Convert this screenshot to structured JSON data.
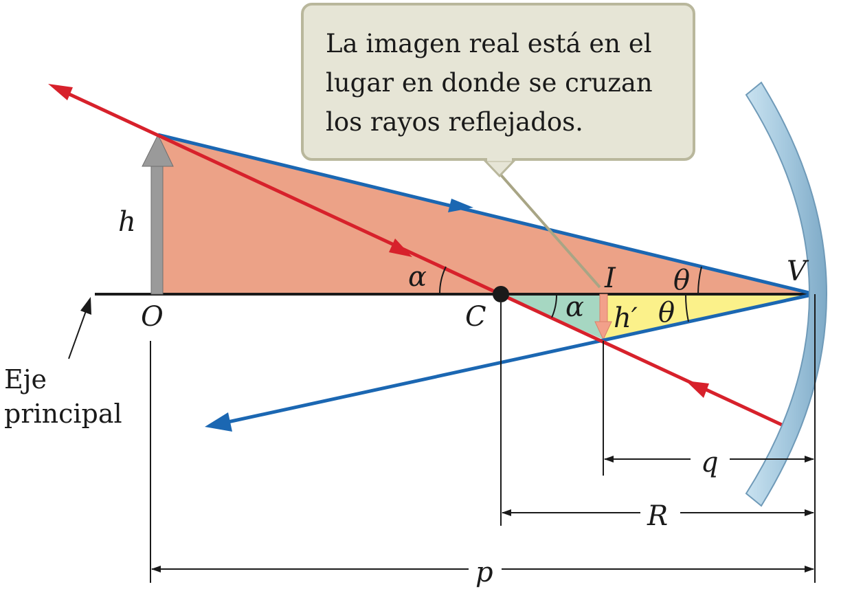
{
  "callout": {
    "line1": "La imagen real está en el",
    "line2": "lugar en donde se cruzan",
    "line3": "los rayos reflejados."
  },
  "labels": {
    "h": "h",
    "O": "O",
    "C": "C",
    "I": "I",
    "V": "V",
    "alpha": "α",
    "theta": "θ",
    "h_prime": "h′",
    "q": "q",
    "R": "R",
    "p": "p",
    "axis_line1": "Eje",
    "axis_line2": "principal"
  },
  "colors": {
    "ray_red": "#d7212b",
    "ray_blue": "#1b67b2",
    "triangle_salmon": "#eca287",
    "triangle_teal": "#a6d7c2",
    "triangle_yellow": "#fbf18a",
    "object_arrow": "#9a9a9a",
    "image_arrow": "#f2a08a",
    "mirror": "#a9cbe0",
    "callout_bg": "#e6e5d6",
    "callout_border": "#b9b79c"
  }
}
